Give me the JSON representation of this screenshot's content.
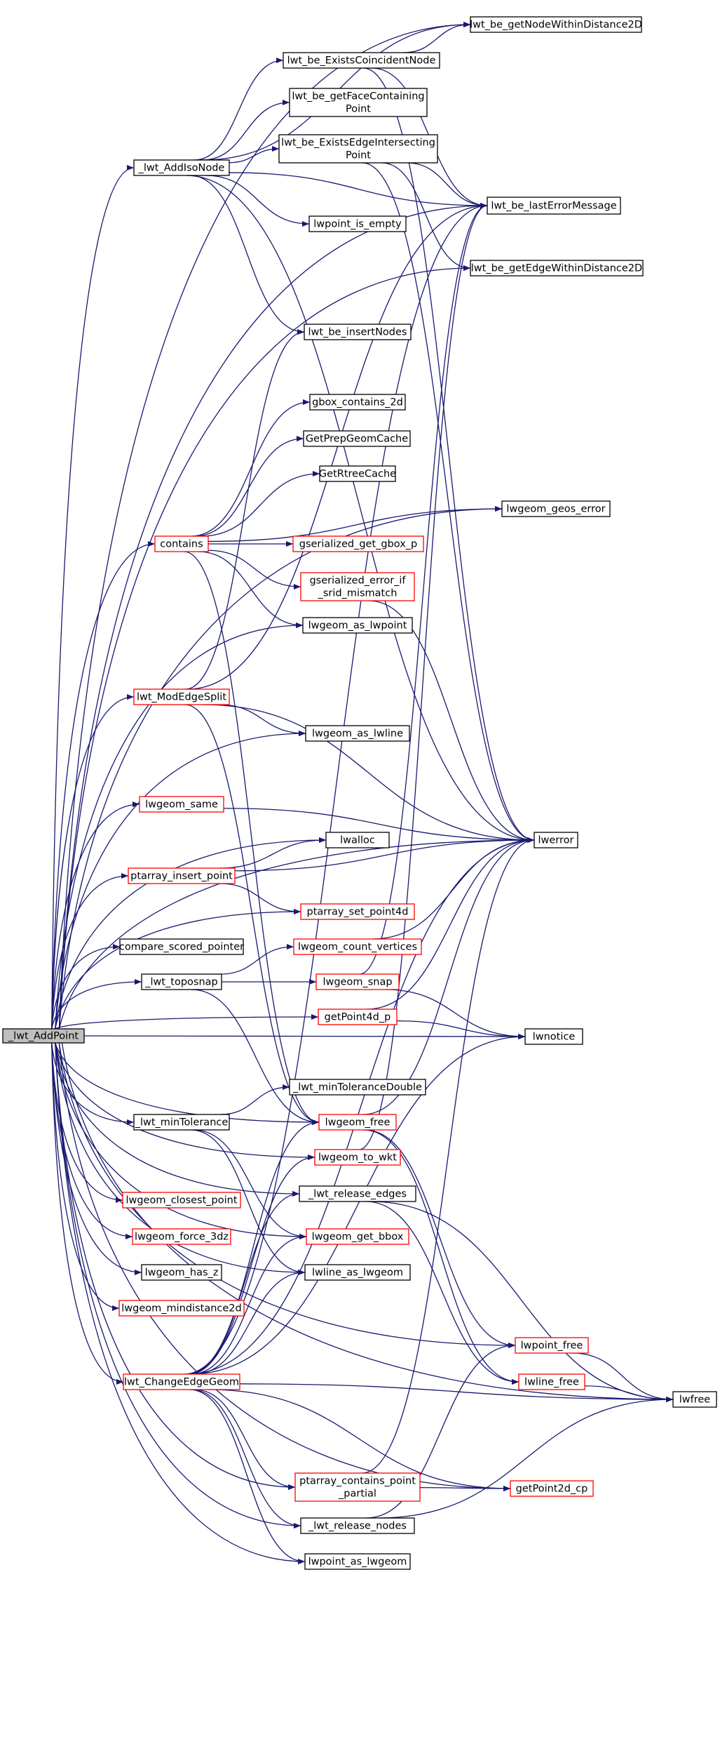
{
  "colors": {
    "edge": "#191970",
    "border_normal": "#000000",
    "border_truncated": "#ff0000",
    "root_fill": "#bfbfbf",
    "node_fill": "#ffffff"
  },
  "nodes": [
    {
      "id": "root",
      "lines": [
        "_lwt_AddPoint"
      ],
      "style": "root"
    },
    {
      "id": "addiso",
      "lines": [
        "_lwt_AddIsoNode"
      ],
      "style": "normal"
    },
    {
      "id": "nodewithin",
      "lines": [
        "lwt_be_getNodeWithinDistance2D"
      ],
      "style": "normal"
    },
    {
      "id": "coinc",
      "lines": [
        "lwt_be_ExistsCoincidentNode"
      ],
      "style": "normal"
    },
    {
      "id": "facecont",
      "lines": [
        "lwt_be_getFaceContaining",
        "Point"
      ],
      "style": "normal"
    },
    {
      "id": "edgeint",
      "lines": [
        "lwt_be_ExistsEdgeIntersecting",
        "Point"
      ],
      "style": "normal"
    },
    {
      "id": "lastErr",
      "lines": [
        "lwt_be_lastErrorMessage"
      ],
      "style": "normal"
    },
    {
      "id": "ptempty",
      "lines": [
        "lwpoint_is_empty"
      ],
      "style": "normal"
    },
    {
      "id": "edgewithin",
      "lines": [
        "lwt_be_getEdgeWithinDistance2D"
      ],
      "style": "normal"
    },
    {
      "id": "insnodes",
      "lines": [
        "lwt_be_insertNodes"
      ],
      "style": "normal"
    },
    {
      "id": "gbox2d",
      "lines": [
        "gbox_contains_2d"
      ],
      "style": "normal"
    },
    {
      "id": "prepgeom",
      "lines": [
        "GetPrepGeomCache"
      ],
      "style": "normal"
    },
    {
      "id": "rtree",
      "lines": [
        "GetRtreeCache"
      ],
      "style": "normal"
    },
    {
      "id": "geoserr",
      "lines": [
        "lwgeom_geos_error"
      ],
      "style": "normal"
    },
    {
      "id": "contains",
      "lines": [
        "contains"
      ],
      "style": "truncated"
    },
    {
      "id": "gsergbox",
      "lines": [
        "gserialized_get_gbox_p"
      ],
      "style": "truncated"
    },
    {
      "id": "gsersrid",
      "lines": [
        "gserialized_error_if",
        "_srid_mismatch"
      ],
      "style": "truncated"
    },
    {
      "id": "aslwpoint",
      "lines": [
        "lwgeom_as_lwpoint"
      ],
      "style": "normal"
    },
    {
      "id": "modedge",
      "lines": [
        "lwt_ModEdgeSplit"
      ],
      "style": "truncated"
    },
    {
      "id": "aslwline",
      "lines": [
        "lwgeom_as_lwline"
      ],
      "style": "normal"
    },
    {
      "id": "same",
      "lines": [
        "lwgeom_same"
      ],
      "style": "truncated"
    },
    {
      "id": "lwerror",
      "lines": [
        "lwerror"
      ],
      "style": "normal"
    },
    {
      "id": "lwalloc",
      "lines": [
        "lwalloc"
      ],
      "style": "normal"
    },
    {
      "id": "ptins",
      "lines": [
        "ptarray_insert_point"
      ],
      "style": "truncated"
    },
    {
      "id": "setpt4d",
      "lines": [
        "ptarray_set_point4d"
      ],
      "style": "truncated"
    },
    {
      "id": "cmpscored",
      "lines": [
        "compare_scored_pointer"
      ],
      "style": "normal"
    },
    {
      "id": "countv",
      "lines": [
        "lwgeom_count_vertices"
      ],
      "style": "truncated"
    },
    {
      "id": "toposnap",
      "lines": [
        "_lwt_toposnap"
      ],
      "style": "normal"
    },
    {
      "id": "snap",
      "lines": [
        "lwgeom_snap"
      ],
      "style": "truncated"
    },
    {
      "id": "getpt4d",
      "lines": [
        "getPoint4d_p"
      ],
      "style": "truncated"
    },
    {
      "id": "lwnotice",
      "lines": [
        "lwnotice"
      ],
      "style": "normal"
    },
    {
      "id": "mintoldbl",
      "lines": [
        "_lwt_minToleranceDouble"
      ],
      "style": "normal"
    },
    {
      "id": "mintol",
      "lines": [
        "_lwt_minTolerance"
      ],
      "style": "normal"
    },
    {
      "id": "lwgfree",
      "lines": [
        "lwgeom_free"
      ],
      "style": "truncated"
    },
    {
      "id": "towkt",
      "lines": [
        "lwgeom_to_wkt"
      ],
      "style": "truncated"
    },
    {
      "id": "reledges",
      "lines": [
        "_lwt_release_edges"
      ],
      "style": "normal"
    },
    {
      "id": "closest",
      "lines": [
        "lwgeom_closest_point"
      ],
      "style": "truncated"
    },
    {
      "id": "force3dz",
      "lines": [
        "lwgeom_force_3dz"
      ],
      "style": "truncated"
    },
    {
      "id": "getbbox",
      "lines": [
        "lwgeom_get_bbox"
      ],
      "style": "truncated"
    },
    {
      "id": "hasz",
      "lines": [
        "lwgeom_has_z"
      ],
      "style": "normal"
    },
    {
      "id": "linelwg",
      "lines": [
        "lwline_as_lwgeom"
      ],
      "style": "normal"
    },
    {
      "id": "mindist",
      "lines": [
        "lwgeom_mindistance2d"
      ],
      "style": "truncated"
    },
    {
      "id": "ptfree",
      "lines": [
        "lwpoint_free"
      ],
      "style": "truncated"
    },
    {
      "id": "changeedge",
      "lines": [
        "lwt_ChangeEdgeGeom"
      ],
      "style": "truncated"
    },
    {
      "id": "linefree",
      "lines": [
        "lwline_free"
      ],
      "style": "truncated"
    },
    {
      "id": "lwfree",
      "lines": [
        "lwfree"
      ],
      "style": "normal"
    },
    {
      "id": "ptcont",
      "lines": [
        "ptarray_contains_point",
        "_partial"
      ],
      "style": "truncated"
    },
    {
      "id": "getpt2d",
      "lines": [
        "getPoint2d_cp"
      ],
      "style": "truncated"
    },
    {
      "id": "relnodes",
      "lines": [
        "_lwt_release_nodes"
      ],
      "style": "normal"
    },
    {
      "id": "ptlwg",
      "lines": [
        "lwpoint_as_lwgeom"
      ],
      "style": "normal"
    }
  ],
  "edges": [
    [
      "root",
      "addiso"
    ],
    [
      "root",
      "contains"
    ],
    [
      "root",
      "modedge"
    ],
    [
      "root",
      "same"
    ],
    [
      "root",
      "ptins"
    ],
    [
      "root",
      "cmpscored"
    ],
    [
      "root",
      "toposnap"
    ],
    [
      "root",
      "getpt4d"
    ],
    [
      "root",
      "mintol"
    ],
    [
      "root",
      "closest"
    ],
    [
      "root",
      "force3dz"
    ],
    [
      "root",
      "hasz"
    ],
    [
      "root",
      "mindist"
    ],
    [
      "root",
      "changeedge"
    ],
    [
      "root",
      "nodewithin"
    ],
    [
      "root",
      "lastErr"
    ],
    [
      "root",
      "edgewithin"
    ],
    [
      "root",
      "geoserr"
    ],
    [
      "root",
      "aslwpoint"
    ],
    [
      "root",
      "aslwline"
    ],
    [
      "root",
      "lwerror"
    ],
    [
      "root",
      "lwalloc"
    ],
    [
      "root",
      "setpt4d"
    ],
    [
      "root",
      "lwnotice"
    ],
    [
      "root",
      "lwgfree"
    ],
    [
      "root",
      "towkt"
    ],
    [
      "root",
      "reledges"
    ],
    [
      "root",
      "getbbox"
    ],
    [
      "root",
      "linelwg"
    ],
    [
      "root",
      "ptcont"
    ],
    [
      "root",
      "relnodes"
    ],
    [
      "root",
      "ptlwg"
    ],
    [
      "root",
      "ptfree"
    ],
    [
      "root",
      "getpt2d"
    ],
    [
      "root",
      "lwfree"
    ],
    [
      "addiso",
      "nodewithin"
    ],
    [
      "addiso",
      "coinc"
    ],
    [
      "addiso",
      "facecont"
    ],
    [
      "addiso",
      "edgeint"
    ],
    [
      "addiso",
      "lastErr"
    ],
    [
      "addiso",
      "ptempty"
    ],
    [
      "addiso",
      "insnodes"
    ],
    [
      "addiso",
      "lwerror"
    ],
    [
      "coinc",
      "nodewithin"
    ],
    [
      "coinc",
      "lastErr"
    ],
    [
      "coinc",
      "lwerror"
    ],
    [
      "edgeint",
      "lastErr"
    ],
    [
      "edgeint",
      "edgewithin"
    ],
    [
      "edgeint",
      "lwerror"
    ],
    [
      "contains",
      "gbox2d"
    ],
    [
      "contains",
      "prepgeom"
    ],
    [
      "contains",
      "rtree"
    ],
    [
      "contains",
      "geoserr"
    ],
    [
      "contains",
      "gsergbox"
    ],
    [
      "contains",
      "gsersrid"
    ],
    [
      "contains",
      "aslwpoint"
    ],
    [
      "contains",
      "lwgfree"
    ],
    [
      "gsersrid",
      "lwerror"
    ],
    [
      "modedge",
      "insnodes"
    ],
    [
      "modedge",
      "lastErr"
    ],
    [
      "modedge",
      "aslwline"
    ],
    [
      "modedge",
      "lwerror"
    ],
    [
      "modedge",
      "lwgfree"
    ],
    [
      "same",
      "lwerror"
    ],
    [
      "ptins",
      "lwalloc"
    ],
    [
      "ptins",
      "setpt4d"
    ],
    [
      "ptins",
      "lwerror"
    ],
    [
      "countv",
      "lwerror"
    ],
    [
      "toposnap",
      "countv"
    ],
    [
      "toposnap",
      "snap"
    ],
    [
      "toposnap",
      "lwgfree"
    ],
    [
      "snap",
      "lastErr"
    ],
    [
      "snap",
      "lwnotice"
    ],
    [
      "getpt4d",
      "lwerror"
    ],
    [
      "getpt4d",
      "lwnotice"
    ],
    [
      "mintol",
      "mintoldbl"
    ],
    [
      "mintol",
      "getbbox"
    ],
    [
      "mintol",
      "linelwg"
    ],
    [
      "lwgfree",
      "lwerror"
    ],
    [
      "lwgfree",
      "ptfree"
    ],
    [
      "lwgfree",
      "linefree"
    ],
    [
      "towkt",
      "lastErr"
    ],
    [
      "reledges",
      "lwfree"
    ],
    [
      "reledges",
      "linefree"
    ],
    [
      "ptfree",
      "lwfree"
    ],
    [
      "linefree",
      "lwfree"
    ],
    [
      "changeedge",
      "lastErr"
    ],
    [
      "changeedge",
      "lwerror"
    ],
    [
      "changeedge",
      "lwgfree"
    ],
    [
      "changeedge",
      "towkt"
    ],
    [
      "changeedge",
      "reledges"
    ],
    [
      "changeedge",
      "getbbox"
    ],
    [
      "changeedge",
      "linelwg"
    ],
    [
      "changeedge",
      "ptcont"
    ],
    [
      "changeedge",
      "getpt2d"
    ],
    [
      "changeedge",
      "relnodes"
    ],
    [
      "changeedge",
      "ptlwg"
    ],
    [
      "changeedge",
      "lwfree"
    ],
    [
      "changeedge",
      "lwnotice"
    ],
    [
      "ptcont",
      "lwerror"
    ],
    [
      "ptcont",
      "getpt2d"
    ],
    [
      "relnodes",
      "lwfree"
    ],
    [
      "relnodes",
      "ptfree"
    ]
  ]
}
